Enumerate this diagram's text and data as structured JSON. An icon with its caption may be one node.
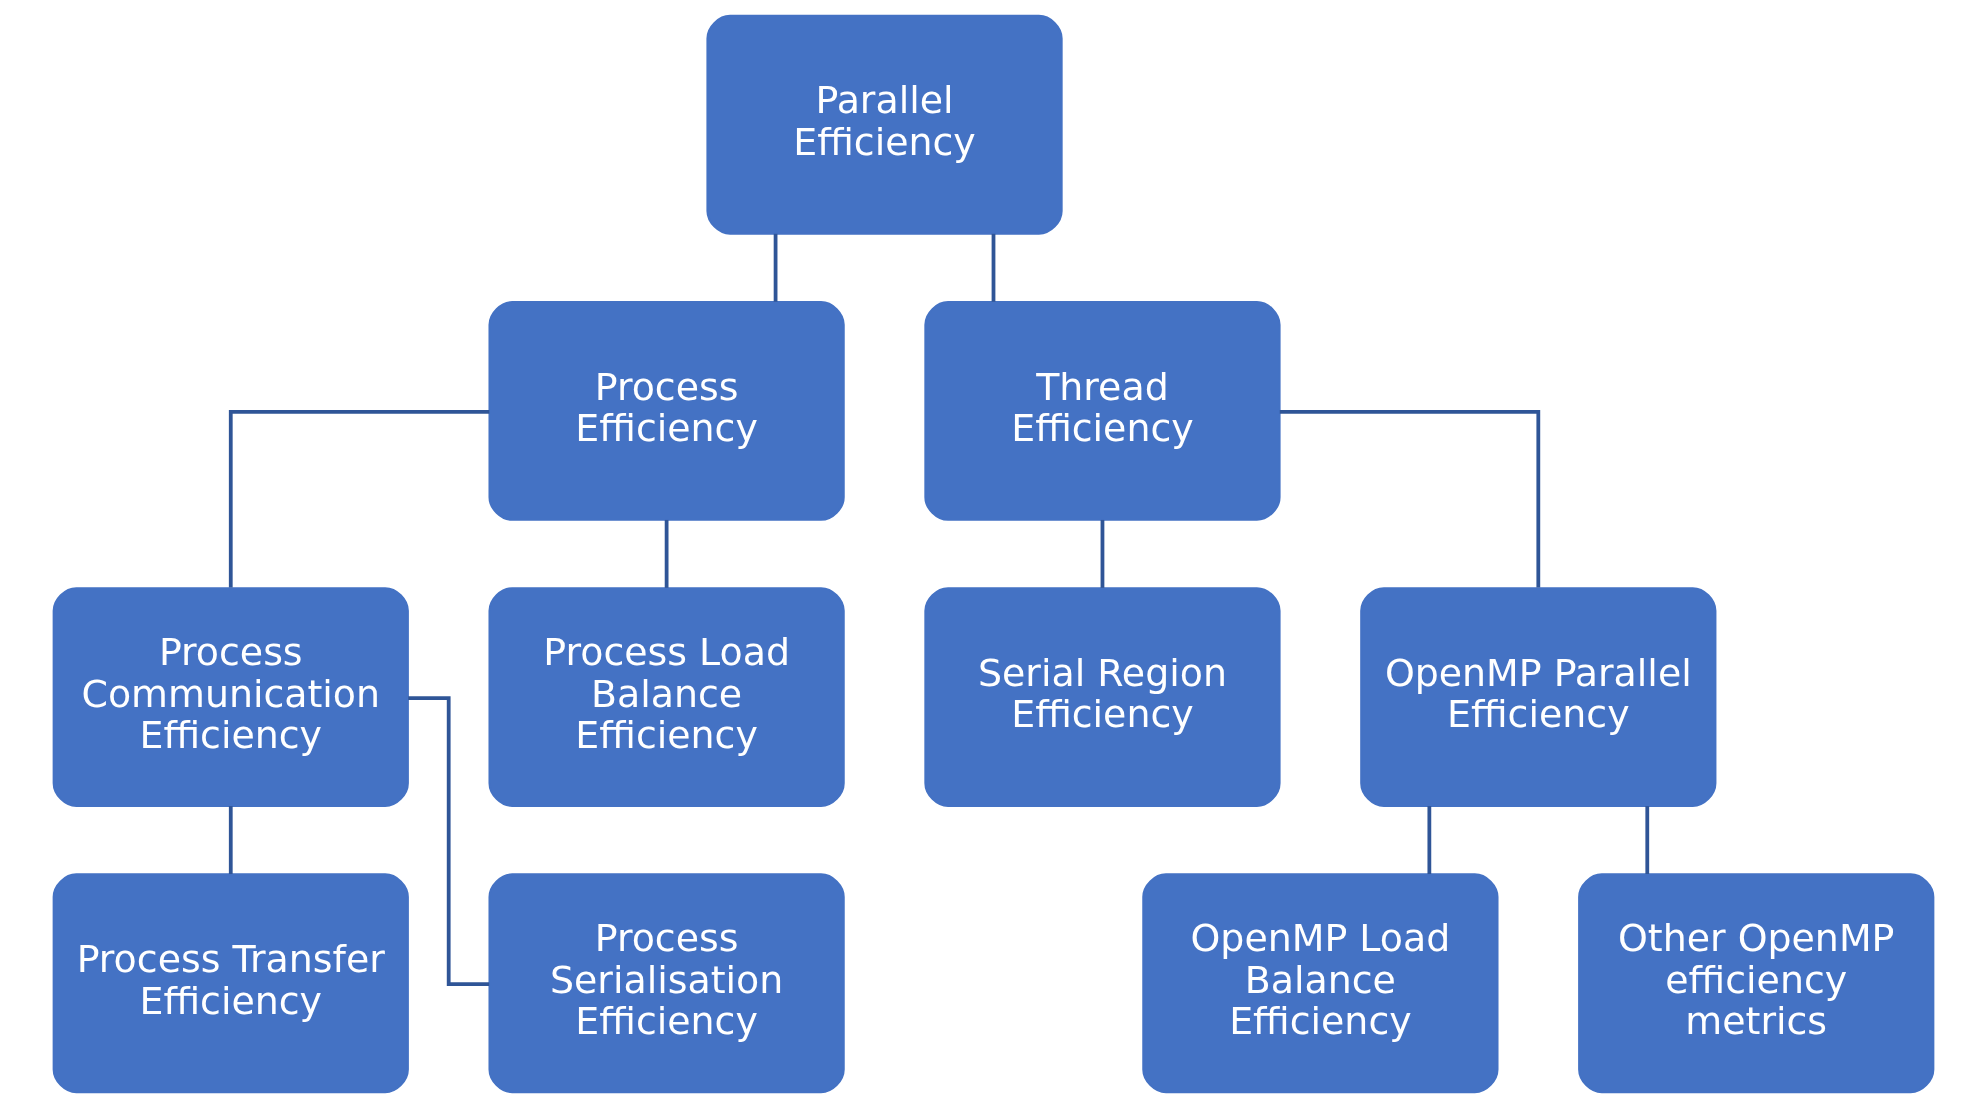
{
  "diagram": {
    "nodes": [
      {
        "text": [
          "Parallel Efficiency"
        ]
      },
      {
        "text": [
          "Process Efficiency"
        ]
      },
      {
        "text": [
          "Thread Efficiency"
        ]
      },
      {
        "text": [
          "Process Communication Efficiency"
        ]
      },
      {
        "text": [
          "Process Load Balance Efficiency"
        ]
      },
      {
        "text": [
          "Serial Region Efficiency"
        ]
      },
      {
        "text": [
          "OpenMP Parallel Efficiency"
        ]
      },
      {
        "text": [
          "Process Transfer Efficiency"
        ]
      },
      {
        "text": [
          "Process Serialisation Efficiency"
        ]
      },
      {
        "text": [
          "OpenMP Load Balance Efficiency"
        ]
      },
      {
        "text": [
          "Other OpenMP efficiency metrics"
        ]
      }
    ],
    "edges": [
      {
        "from": 0,
        "to": 1,
        "arrow": "none"
      },
      {
        "from": 0,
        "to": 2,
        "arrow": "none"
      },
      {
        "from": 1,
        "to": 3,
        "arrow": "none"
      },
      {
        "from": 1,
        "to": 4,
        "arrow": "none"
      },
      {
        "from": 2,
        "to": 5,
        "arrow": "none"
      },
      {
        "from": 2,
        "to": 6,
        "arrow": "none"
      },
      {
        "from": 3,
        "to": 7,
        "arrow": "none"
      },
      {
        "from": 3,
        "to": 8,
        "arrow": "none"
      },
      {
        "from": 6,
        "to": 9,
        "arrow": "none"
      },
      {
        "from": 6,
        "to": 10,
        "arrow": "none"
      }
    ]
  }
}
